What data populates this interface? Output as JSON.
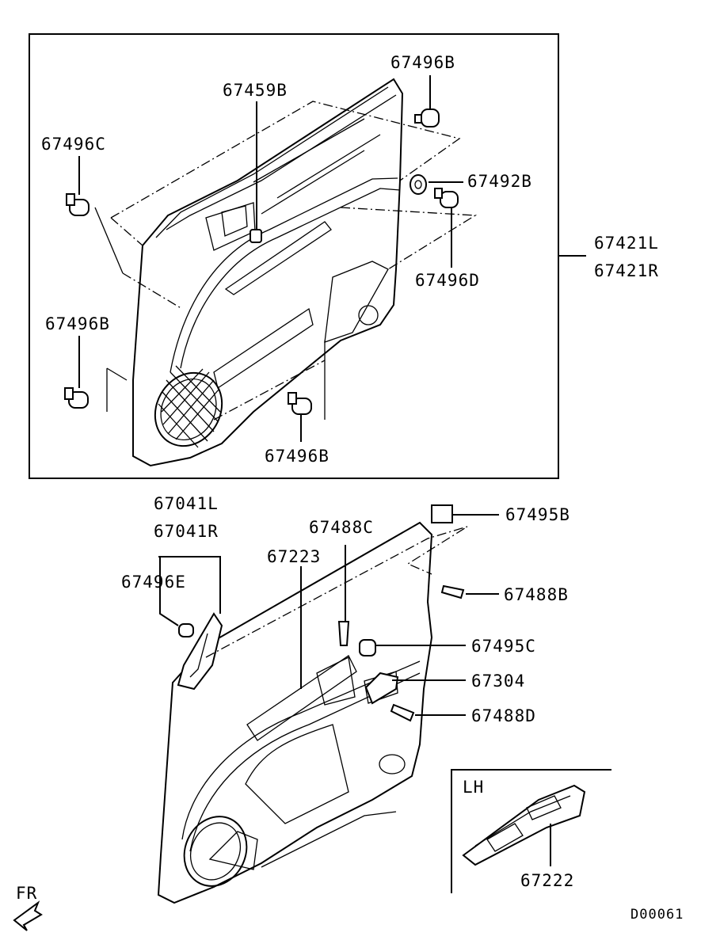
{
  "labels": {
    "p67496B_top": "67496B",
    "p67459B": "67459B",
    "p67496C": "67496C",
    "p67492B": "67492B",
    "p67421L": "67421L",
    "p67421R": "67421R",
    "p67496D": "67496D",
    "p67496B_left": "67496B",
    "p67496B_bottom": "67496B",
    "p67041L": "67041L",
    "p67041R": "67041R",
    "p67496E": "67496E",
    "p67488C": "67488C",
    "p67223": "67223",
    "p67495B": "67495B",
    "p67488B": "67488B",
    "p67495C": "67495C",
    "p67304": "67304",
    "p67488D": "67488D",
    "inset_lh": "LH",
    "p67222": "67222",
    "fr": "FR",
    "diagram_id": "D00061"
  }
}
